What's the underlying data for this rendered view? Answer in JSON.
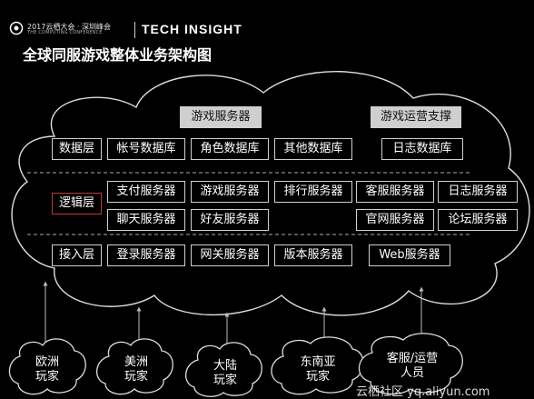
{
  "header": {
    "event_line1": "2017云栖大会 · 深圳峰会",
    "event_line2": "THE COMPUTING CONFERENCE",
    "brand": "TECH INSIGHT"
  },
  "title": "全球同服游戏整体业务架构图",
  "clusters": {
    "game_servers": "游戏服务器",
    "operations_support": "游戏运营支撑"
  },
  "layers": {
    "data": {
      "label": "数据层",
      "items": [
        "帐号数据库",
        "角色数据库",
        "其他数据库",
        "日志数据库"
      ]
    },
    "logic": {
      "label": "逻辑层",
      "row1": [
        "支付服务器",
        "游戏服务器",
        "排行服务器",
        "客服服务器",
        "日志服务器"
      ],
      "row2": [
        "聊天服务器",
        "好友服务器",
        "官网服务器",
        "论坛服务器"
      ]
    },
    "access": {
      "label": "接入层",
      "items": [
        "登录服务器",
        "网关服务器",
        "版本服务器",
        "Web服务器"
      ]
    }
  },
  "players": [
    {
      "line1": "欧洲",
      "line2": "玩家"
    },
    {
      "line1": "美洲",
      "line2": "玩家"
    },
    {
      "line1": "大陆",
      "line2": "玩家"
    },
    {
      "line1": "东南亚",
      "line2": "玩家"
    },
    {
      "line1": "客服/运营",
      "line2": "人员"
    }
  ],
  "watermark": "云栖社区 yq.aliyun.com"
}
